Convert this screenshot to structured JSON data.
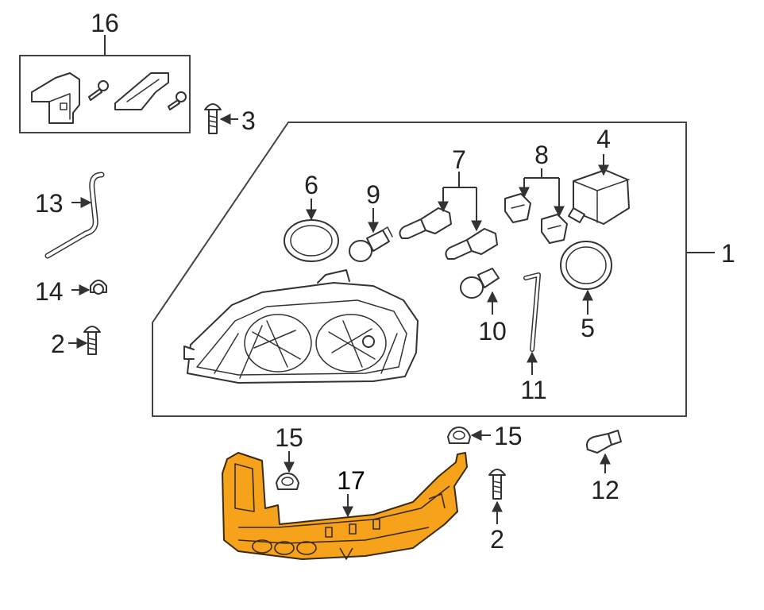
{
  "diagram": {
    "highlight_color": "#f7a21b",
    "line_color": "#333333",
    "callouts": {
      "c1": "1",
      "c2a": "2",
      "c2b": "2",
      "c3": "3",
      "c4": "4",
      "c5": "5",
      "c6": "6",
      "c7": "7",
      "c8": "8",
      "c9": "9",
      "c10": "10",
      "c11": "11",
      "c12": "12",
      "c13": "13",
      "c14": "14",
      "c15a": "15",
      "c15b": "15",
      "c16": "16",
      "c17": "17"
    }
  }
}
